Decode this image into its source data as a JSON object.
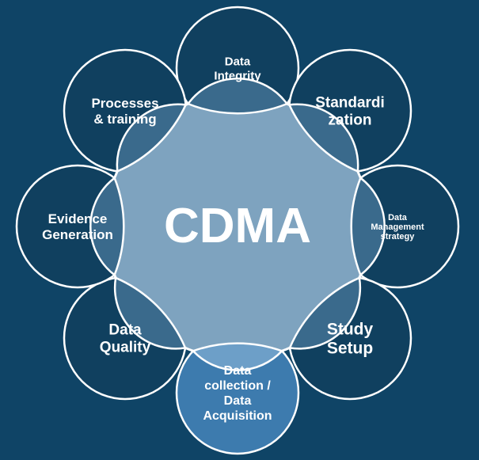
{
  "background_color": "#0f4466",
  "center": {
    "label": "CDMA",
    "fill_color": "#7ea3bf",
    "stroke_color": "#ffffff"
  },
  "satellite_fill_color": "#10405f",
  "satellite_highlight_color": "#3d7bae",
  "satellites": [
    {
      "id": "data-integrity",
      "lines": [
        "Data",
        "Integrity"
      ],
      "highlight": false
    },
    {
      "id": "standardization",
      "lines": [
        "Standardi",
        "zation"
      ],
      "highlight": false
    },
    {
      "id": "data-management-strategy",
      "lines": [
        "Data",
        "Management",
        "strategy"
      ],
      "highlight": false
    },
    {
      "id": "study-setup",
      "lines": [
        "Study",
        "Setup"
      ],
      "highlight": false
    },
    {
      "id": "data-collection",
      "lines": [
        "Data",
        "collection /",
        "Data",
        "Acquisition"
      ],
      "highlight": true
    },
    {
      "id": "data-quality",
      "lines": [
        "Data",
        "Quality"
      ],
      "highlight": false
    },
    {
      "id": "evidence-generation",
      "lines": [
        "Evidence",
        "Generation"
      ],
      "highlight": false
    },
    {
      "id": "processes-training",
      "lines": [
        "Processes",
        "& training"
      ],
      "highlight": false
    }
  ]
}
